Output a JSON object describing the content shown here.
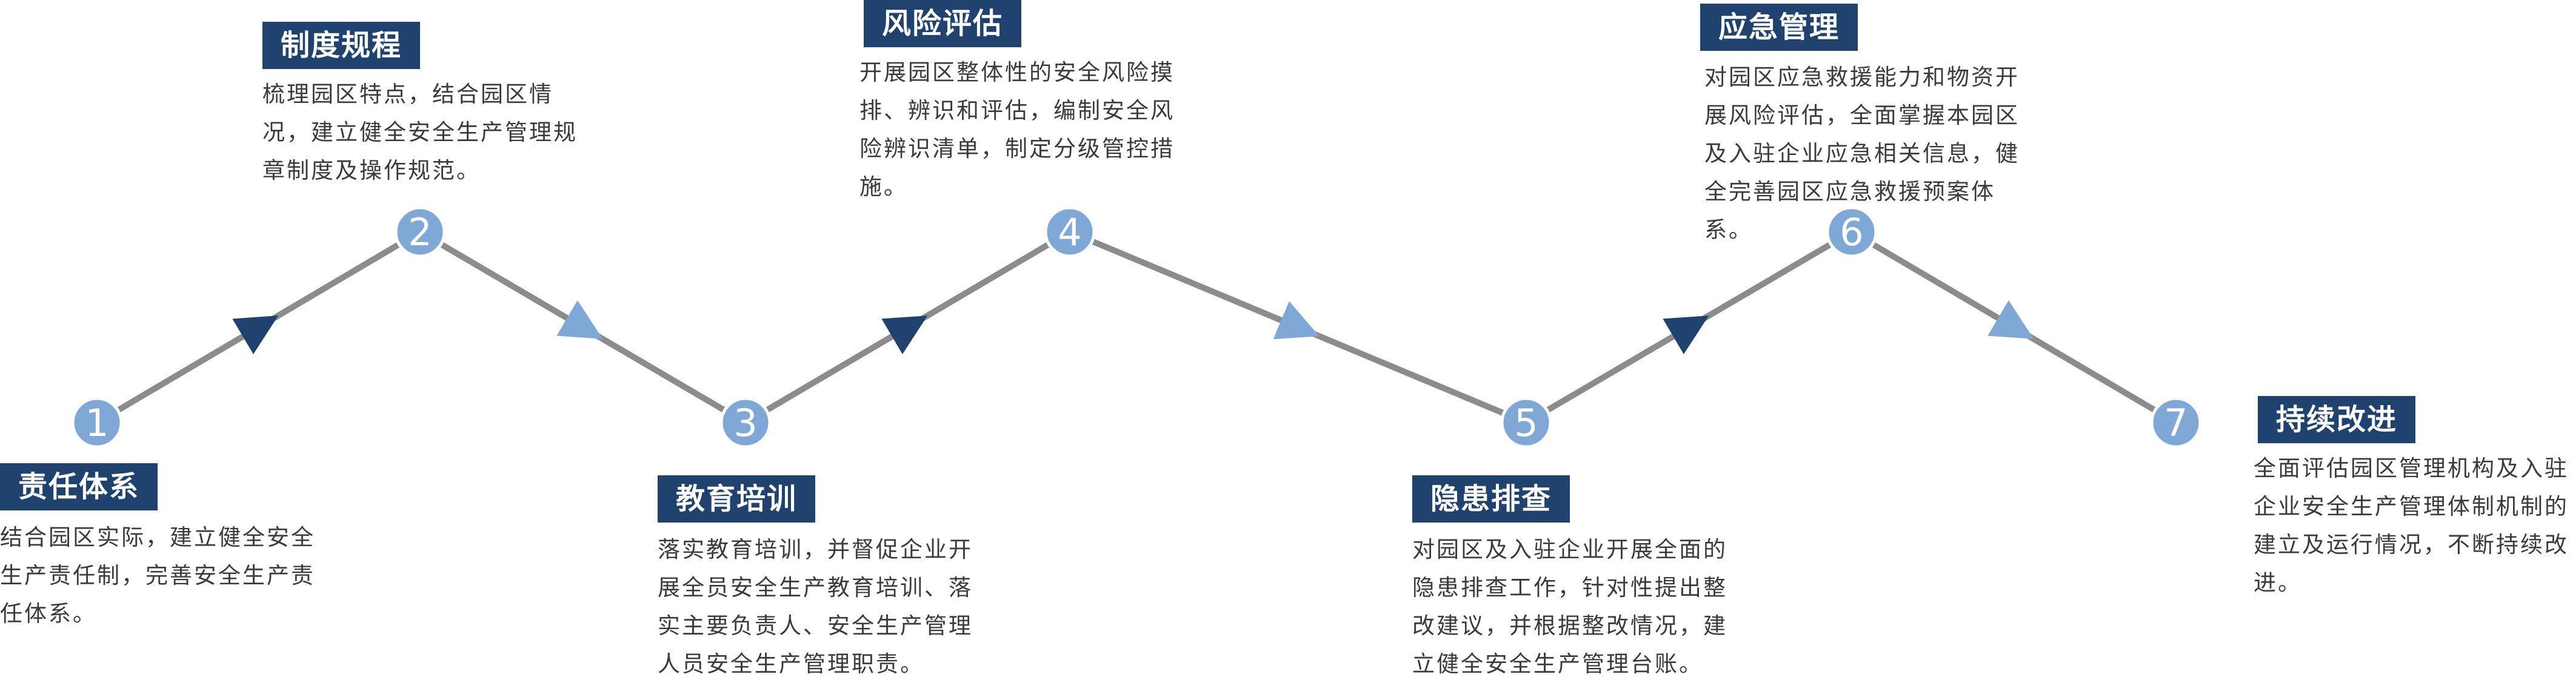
{
  "colors": {
    "line": "#8c8c8c",
    "node_fill": "#7fa8d6",
    "title_bg": "#1f426e",
    "arrow_dark": "#1f426e",
    "arrow_light": "#7fa8d6"
  },
  "steps": [
    {
      "number": "1",
      "title": "责任体系",
      "description": "结合园区实际，建立健全安全生产责任制，完善安全生产责任体系。"
    },
    {
      "number": "2",
      "title": "制度规程",
      "description": "梳理园区特点，结合园区情况，建立健全安全生产管理规章制度及操作规范。"
    },
    {
      "number": "3",
      "title": "教育培训",
      "description": "落实教育培训，并督促企业开展全员安全生产教育培训、落实主要负责人、安全生产管理人员安全生产管理职责。"
    },
    {
      "number": "4",
      "title": "风险评估",
      "description": "开展园区整体性的安全风险摸排、辨识和评估，编制安全风险辨识清单，制定分级管控措施。"
    },
    {
      "number": "5",
      "title": "隐患排查",
      "description": "对园区及入驻企业开展全面的隐患排查工作，针对性提出整改建议，并根据整改情况，建立健全安全生产管理台账。"
    },
    {
      "number": "6",
      "title": "应急管理",
      "description": "对园区应急救援能力和物资开展风险评估，全面掌握本园区及入驻企业应急相关信息，健全完善园区应急救援预案体系。"
    },
    {
      "number": "7",
      "title": "持续改进",
      "description": "全面评估园区管理机构及入驻企业安全生产管理体制机制的建立及运行情况，不断持续改进。"
    }
  ]
}
